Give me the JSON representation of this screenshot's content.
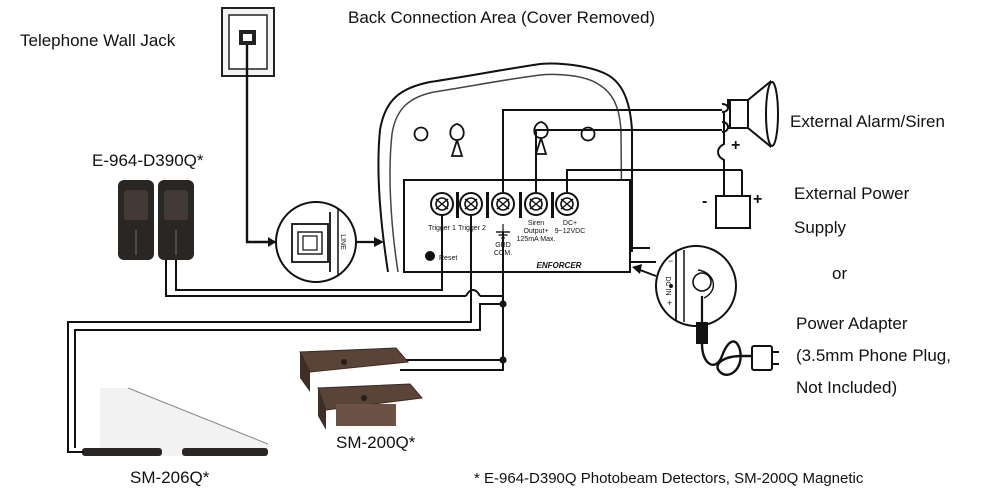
{
  "diagram": {
    "header": "Back Connection Area (Cover Removed)",
    "telephone_jack": "Telephone Wall Jack",
    "photobeam": "E-964-D390Q*",
    "siren": "External Alarm/Siren",
    "power_supply_line1": "External Power",
    "power_supply_line2": "Supply",
    "or_text": "or",
    "adapter_line1": "Power Adapter",
    "adapter_line2": "(3.5mm Phone Plug,",
    "adapter_line3": "Not Included)",
    "sm206": "SM-206Q*",
    "sm200": "SM-200Q*",
    "footnote": "* E-964-D390Q Photobeam Detectors, SM-200Q Magnetic",
    "terminals": {
      "trigger1": "Trigger 1",
      "trigger2": "Trigger 2",
      "grd1": "GRD",
      "grd2": "COM.",
      "siren1": "Siren",
      "siren2": "Output+",
      "siren3": "125mA Max.",
      "dc1": "DC+",
      "dc2": "9~12VDC",
      "reset": "Reset",
      "brand": "ENFORCER",
      "line": "LINE",
      "dcin": "DC IN"
    },
    "polarity": {
      "siren_neg": "-",
      "siren_pos": "+",
      "supply_neg": "-",
      "supply_pos": "+"
    }
  }
}
